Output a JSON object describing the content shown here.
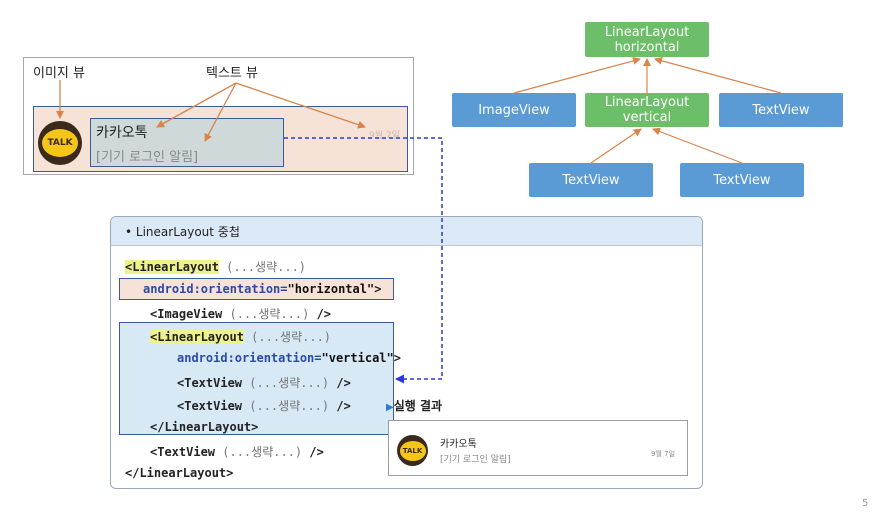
{
  "mockup": {
    "image_view_label": "이미지 뷰",
    "text_view_label": "텍스트 뷰",
    "icon_text": "TALK",
    "title": "카카오톡",
    "subtitle": "[기기 로그인 알림]",
    "date": "9월 7일"
  },
  "tree": {
    "root": "LinearLayout\nhorizontal",
    "image_view": "ImageView",
    "vertical": "LinearLayout\nvertical",
    "text_view_right": "TextView",
    "text_view_left": "TextView",
    "text_view_right2": "TextView"
  },
  "panel": {
    "title": "• LinearLayout 중첩"
  },
  "code": {
    "l1_tag": "<LinearLayout",
    "l1_rest": " (...생략...)",
    "l2_attr": "android:orientation=",
    "l2_val": "\"horizontal\"",
    "l2_end": ">",
    "l3_tag": "<ImageView",
    "l3_rest": " (...생략...) ",
    "l3_end": "/>",
    "l4_tag": "<LinearLayout",
    "l4_rest": " (...생략...)",
    "l5_attr": "android:orientation=",
    "l5_val": "\"vertical\"",
    "l5_end": ">",
    "l6_tag": "<TextView",
    "l6_rest": " (...생략...) ",
    "l6_end": "/>",
    "l7_tag": "<TextView",
    "l7_rest": " (...생략...) ",
    "l7_end": "/>",
    "l8": "</LinearLayout>",
    "l9_tag": "<TextView",
    "l9_rest": " (...생략...) ",
    "l9_end": "/>",
    "l10": "</LinearLayout>"
  },
  "result": {
    "label": "실행 결과",
    "icon_text": "TALK",
    "title": "카카오톡",
    "subtitle": "[기기 로그인 알림]",
    "date": "9월 7일"
  },
  "page_number": "5",
  "colors": {
    "green_node": "#6cbf68",
    "blue_node": "#5a9bd6",
    "arrow_orange": "#d8844a",
    "dashed_blue": "#2a3ad8"
  }
}
